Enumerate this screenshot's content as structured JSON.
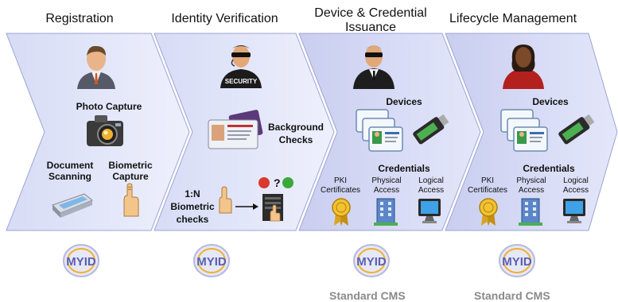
{
  "stages": [
    {
      "title": "Registration"
    },
    {
      "title": "Identity Verification"
    },
    {
      "title_lines": [
        "Device & Credential",
        "Issuance"
      ]
    },
    {
      "title": "Lifecycle Management"
    }
  ],
  "registration": {
    "photo_capture": "Photo Capture",
    "document_scanning": [
      "Document",
      "Scanning"
    ],
    "biometric_capture": [
      "Biometric",
      "Capture"
    ]
  },
  "verification": {
    "background_checks": [
      "Background",
      "Checks"
    ],
    "biometric_checks": [
      "1:N",
      "Biometric",
      "checks"
    ],
    "security_badge": "SECURITY"
  },
  "issuance": {
    "devices": "Devices",
    "credentials": "Credentials",
    "pki": [
      "PKI",
      "Certificates"
    ],
    "physical": [
      "Physical",
      "Access"
    ],
    "logical": [
      "Logical",
      "Access"
    ],
    "cms": "Standard CMS"
  },
  "lifecycle": {
    "devices": "Devices",
    "credentials": "Credentials",
    "pki": [
      "PKI",
      "Certificates"
    ],
    "physical": [
      "Physical",
      "Access"
    ],
    "logical": [
      "Logical",
      "Access"
    ],
    "cms": "Standard CMS"
  },
  "logo_text": "MYID",
  "colors": {
    "chevron_light": "#e8ebfb",
    "chevron_dark": "#c4c9ee",
    "accent": "#6b6fb8"
  }
}
